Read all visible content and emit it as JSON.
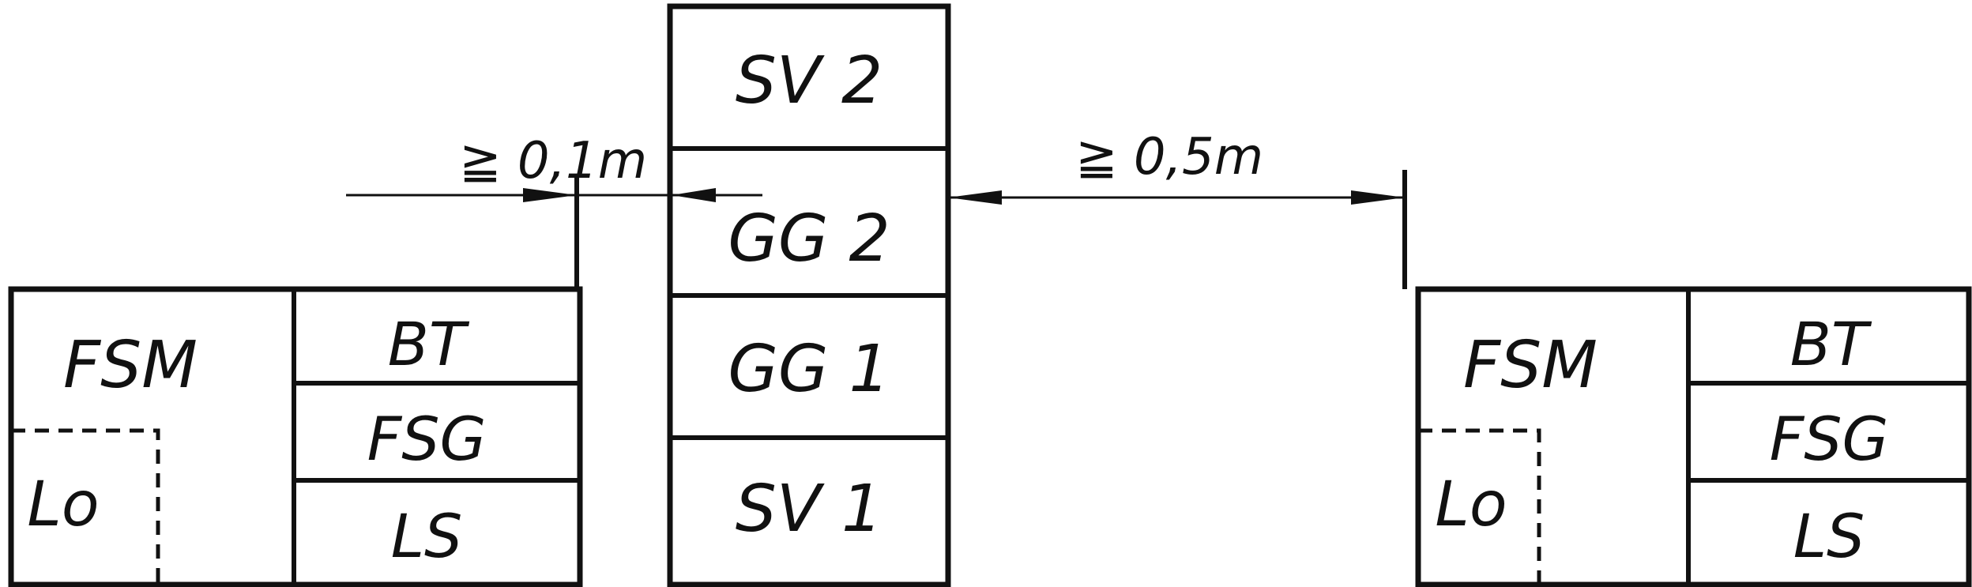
{
  "center_stack": {
    "labels": [
      "SV 2",
      "GG 2",
      "GG 1",
      "SV 1"
    ]
  },
  "left_group": {
    "main_label": "FSM",
    "inner_label": "Lo",
    "side_labels": [
      "BT",
      "FSG",
      "LS"
    ]
  },
  "right_group": {
    "main_label": "FSM",
    "inner_label": "Lo",
    "side_labels": [
      "BT",
      "FSG",
      "LS"
    ]
  },
  "dimensions": {
    "left_gap": "≧ 0,1m",
    "right_gap": "≧ 0,5m"
  }
}
